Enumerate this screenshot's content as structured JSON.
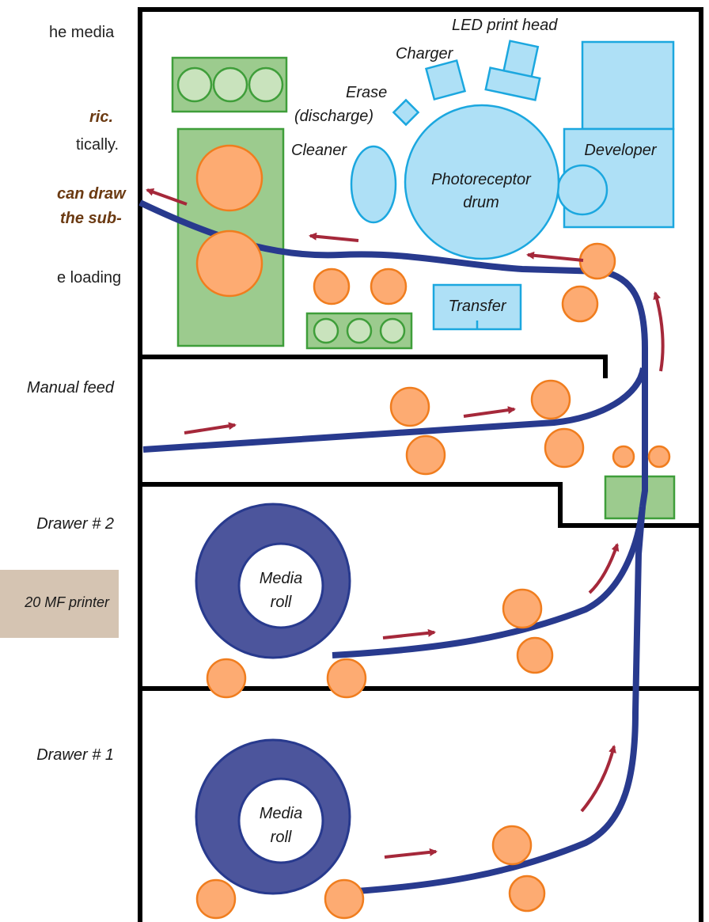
{
  "side_text": {
    "line1": "he  media",
    "line2": "ric.",
    "line3": "tically.",
    "line4": "can draw",
    "line5": "the  sub-",
    "line6": "e loading"
  },
  "section_labels": {
    "manual_feed": "Manual feed",
    "drawer2": "Drawer # 2",
    "drawer1": "Drawer # 1"
  },
  "caption": "20 MF printer",
  "components": {
    "led_print_head": "LED print head",
    "charger": "Charger",
    "erase_line1": "Erase",
    "erase_line2": "(discharge)",
    "cleaner": "Cleaner",
    "drum_line1": "Photoreceptor",
    "drum_line2": "drum",
    "developer": "Developer",
    "transfer": "Transfer",
    "media_roll_line1": "Media",
    "media_roll_line2": "roll"
  },
  "colors": {
    "paper_path": "#283a8e",
    "arrow": "#a5283a",
    "roller": "#fdab72",
    "roller_stroke": "#f07d1e",
    "imaging_fill": "#aee0f6",
    "imaging_stroke": "#1ba7df",
    "fuser_fill": "#9ccb8e",
    "fuser_stroke": "#3f9e3a",
    "media_roll": "#4c559c"
  }
}
